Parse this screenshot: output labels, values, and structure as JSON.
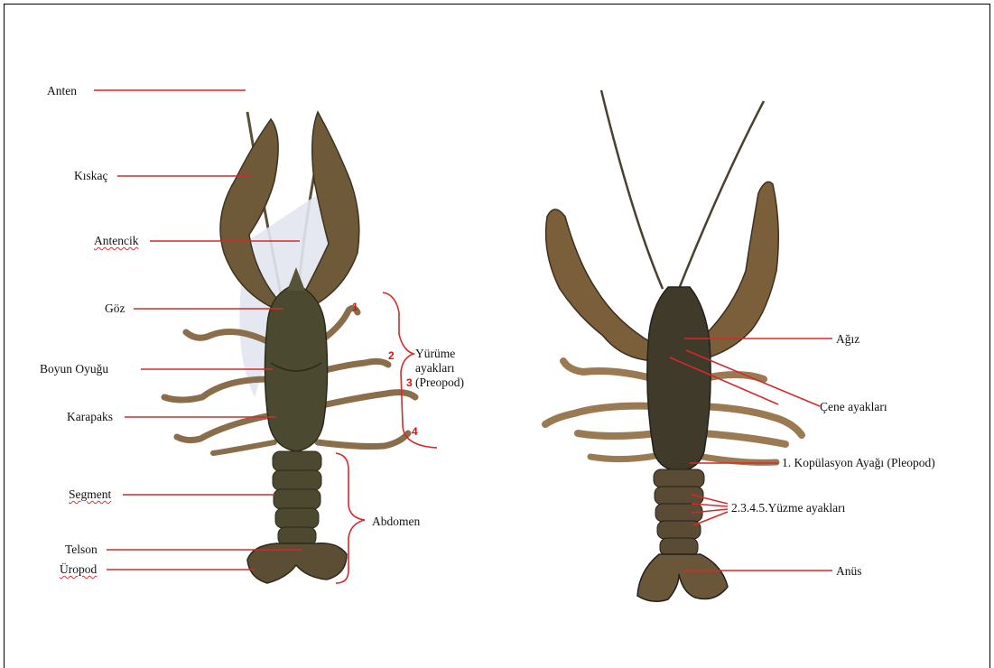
{
  "dorsal_labels": {
    "anten": "Anten",
    "kiskac": "Kıskaç",
    "antencik": "Antencik",
    "goz": "Göz",
    "boyun_oyugu": "Boyun Oyuğu",
    "karapaks": "Karapaks",
    "segment": "Segment",
    "telson": "Telson",
    "uropod": "Üropod",
    "yurume_line1": "Yürüme",
    "yurume_line2": "ayakları",
    "yurume_line3": "(Preopod)",
    "abdomen": "Abdomen",
    "leg_numbers": [
      "1",
      "2",
      "3",
      "4"
    ]
  },
  "ventral_labels": {
    "agiz": "Ağız",
    "cene_ayaklari": "Çene ayakları",
    "kopulasyon": "1. Kopülasyon Ayağı (Pleopod)",
    "yuzme": "2.3.4.5.Yüzme ayakları",
    "anus": "Anüs"
  },
  "colors": {
    "leader_line": "#d42a2a",
    "body": "#4b4a30",
    "claw": "#6e5a38",
    "leg": "#8a6e4c",
    "membrane": "#dfe2ee"
  }
}
